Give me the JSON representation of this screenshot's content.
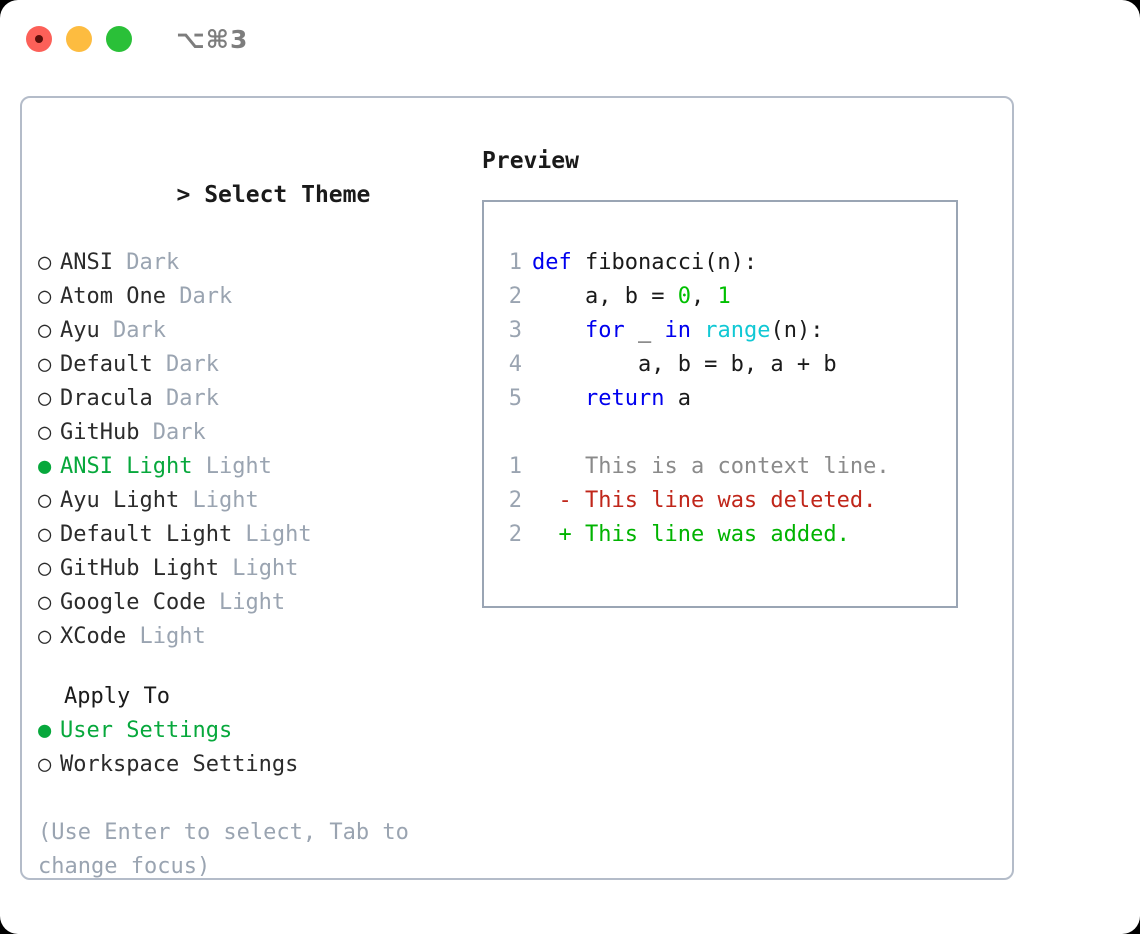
{
  "window": {
    "shortcut": "⌥⌘3",
    "traffic_lights": [
      {
        "name": "close",
        "color": "#fc6058"
      },
      {
        "name": "minimize",
        "color": "#fdbc40"
      },
      {
        "name": "maximize",
        "color": "#2ac038"
      }
    ]
  },
  "colors": {
    "accent_green": "#07a83c",
    "muted": "#9aa4b1",
    "keyword_blue": "#0000ee",
    "function_cyan": "#11c8d4",
    "number_green": "#00c000",
    "diff_add": "#00b300",
    "diff_del": "#c0261a",
    "panel_border": "#b4bcc9",
    "code_border": "#9aa5b4"
  },
  "theme_section": {
    "prompt": "> ",
    "title": "Select Theme",
    "bullet_selected": "●",
    "bullet_unselected": "○",
    "items": [
      {
        "name": "ANSI",
        "kind": "Dark",
        "selected": false
      },
      {
        "name": "Atom One",
        "kind": "Dark",
        "selected": false
      },
      {
        "name": "Ayu",
        "kind": "Dark",
        "selected": false
      },
      {
        "name": "Default",
        "kind": "Dark",
        "selected": false
      },
      {
        "name": "Dracula",
        "kind": "Dark",
        "selected": false
      },
      {
        "name": "GitHub",
        "kind": "Dark",
        "selected": false
      },
      {
        "name": "ANSI Light",
        "kind": "Light",
        "selected": true
      },
      {
        "name": "Ayu Light",
        "kind": "Light",
        "selected": false
      },
      {
        "name": "Default Light",
        "kind": "Light",
        "selected": false
      },
      {
        "name": "GitHub Light",
        "kind": "Light",
        "selected": false
      },
      {
        "name": "Google Code",
        "kind": "Light",
        "selected": false
      },
      {
        "name": "XCode",
        "kind": "Light",
        "selected": false
      }
    ]
  },
  "apply_section": {
    "title": "Apply To",
    "items": [
      {
        "name": "User Settings",
        "selected": true
      },
      {
        "name": "Workspace Settings",
        "selected": false
      }
    ]
  },
  "hint": "(Use Enter to select, Tab to change focus)",
  "preview": {
    "title": "Preview",
    "code_lines": [
      {
        "number": "1",
        "tokens": [
          {
            "text": "def ",
            "style": "kw"
          },
          {
            "text": "fibonacci(n):",
            "style": "id"
          }
        ]
      },
      {
        "number": "2",
        "tokens": [
          {
            "text": "    a, b = ",
            "style": "id"
          },
          {
            "text": "0",
            "style": "num"
          },
          {
            "text": ", ",
            "style": "id"
          },
          {
            "text": "1",
            "style": "num"
          }
        ]
      },
      {
        "number": "3",
        "tokens": [
          {
            "text": "    ",
            "style": "id"
          },
          {
            "text": "for",
            "style": "kw"
          },
          {
            "text": " _ ",
            "style": "id"
          },
          {
            "text": "in",
            "style": "kw"
          },
          {
            "text": " ",
            "style": "id"
          },
          {
            "text": "range",
            "style": "fn"
          },
          {
            "text": "(n):",
            "style": "id"
          }
        ]
      },
      {
        "number": "4",
        "tokens": [
          {
            "text": "        a, b = b, a + b",
            "style": "id"
          }
        ]
      },
      {
        "number": "5",
        "tokens": [
          {
            "text": "    ",
            "style": "id"
          },
          {
            "text": "return",
            "style": "kw"
          },
          {
            "text": " a",
            "style": "id"
          }
        ]
      }
    ],
    "diff_lines": [
      {
        "number": "1",
        "marker": " ",
        "text": " This is a context line.",
        "style": "diff-ctx"
      },
      {
        "number": "2",
        "marker": "-",
        "text": " This line was deleted.",
        "style": "diff-del"
      },
      {
        "number": "2",
        "marker": "+",
        "text": " This line was added.",
        "style": "diff-add"
      }
    ]
  }
}
